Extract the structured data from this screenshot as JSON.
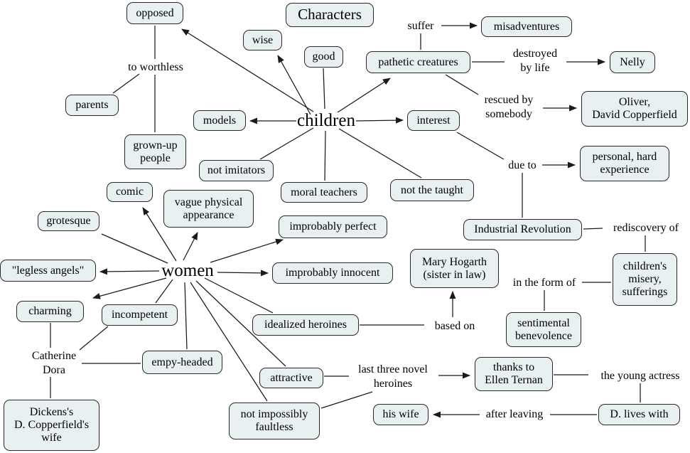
{
  "title": "Characters",
  "central_concepts": {
    "children": "children",
    "women": "women"
  },
  "nodes": {
    "opposed": "opposed",
    "wise": "wise",
    "good": "good",
    "pathetic_creatures": "pathetic creatures",
    "misadventures": "misadventures",
    "nelly": "Nelly",
    "parents": "parents",
    "grown_up_people": "grown-up\npeople",
    "models": "models",
    "interest": "interest",
    "oliver_david_copperfield": "Oliver,\nDavid Copperfield",
    "personal_hard_experience": "personal, hard\nexperience",
    "not_imitators": "not imitators",
    "moral_teachers": "moral teachers",
    "not_the_taught": "not the taught",
    "industrial_revolution": "Industrial Revolution",
    "comic": "comic",
    "vague_physical_appearance": "vague physical\nappearance",
    "grotesque": "grotesque",
    "improbably_perfect": "improbably perfect",
    "legless_angels": "\"legless angels\"",
    "improbably_innocent": "improbably innocent",
    "mary_hogarth": "Mary Hogarth\n(sister in law)",
    "childrens_misery": "children's\nmisery,\nsufferings",
    "charming": "charming",
    "incompetent": "incompetent",
    "sentimental_benevolence": "sentimental\nbenevolence",
    "idealized_heroines": "idealized heroines",
    "empy_headed": "empy-headed",
    "attractive": "attractive",
    "thanks_to_ellen_ternan": "thanks to\nEllen Ternan",
    "not_impossibly_faultless": "not impossibly\nfaultless",
    "his_wife": "his wife",
    "d_lives_with": "D. lives with",
    "dickens_copperfields_wife": "Dickens's\nD. Copperfield's\nwife"
  },
  "link_labels": {
    "to_worthless": "to worthless",
    "suffer": "suffer",
    "destroyed_by_life": "destroyed\nby life",
    "rescued_by_somebody": "rescued by\nsomebody",
    "due_to": "due to",
    "rediscovery_of": "rediscovery of",
    "in_the_form_of": "in the form of",
    "based_on": "based on",
    "catherine_dora": "Catherine\nDora",
    "last_three_novel_heroines": "last three novel\nheroines",
    "the_young_actress": "the young actress",
    "after_leaving": "after leaving"
  },
  "colors": {
    "node_fill": "#e8f0f2",
    "node_border": "#2a2a2a",
    "line": "#1a1a1a",
    "background": "#ffffff"
  }
}
